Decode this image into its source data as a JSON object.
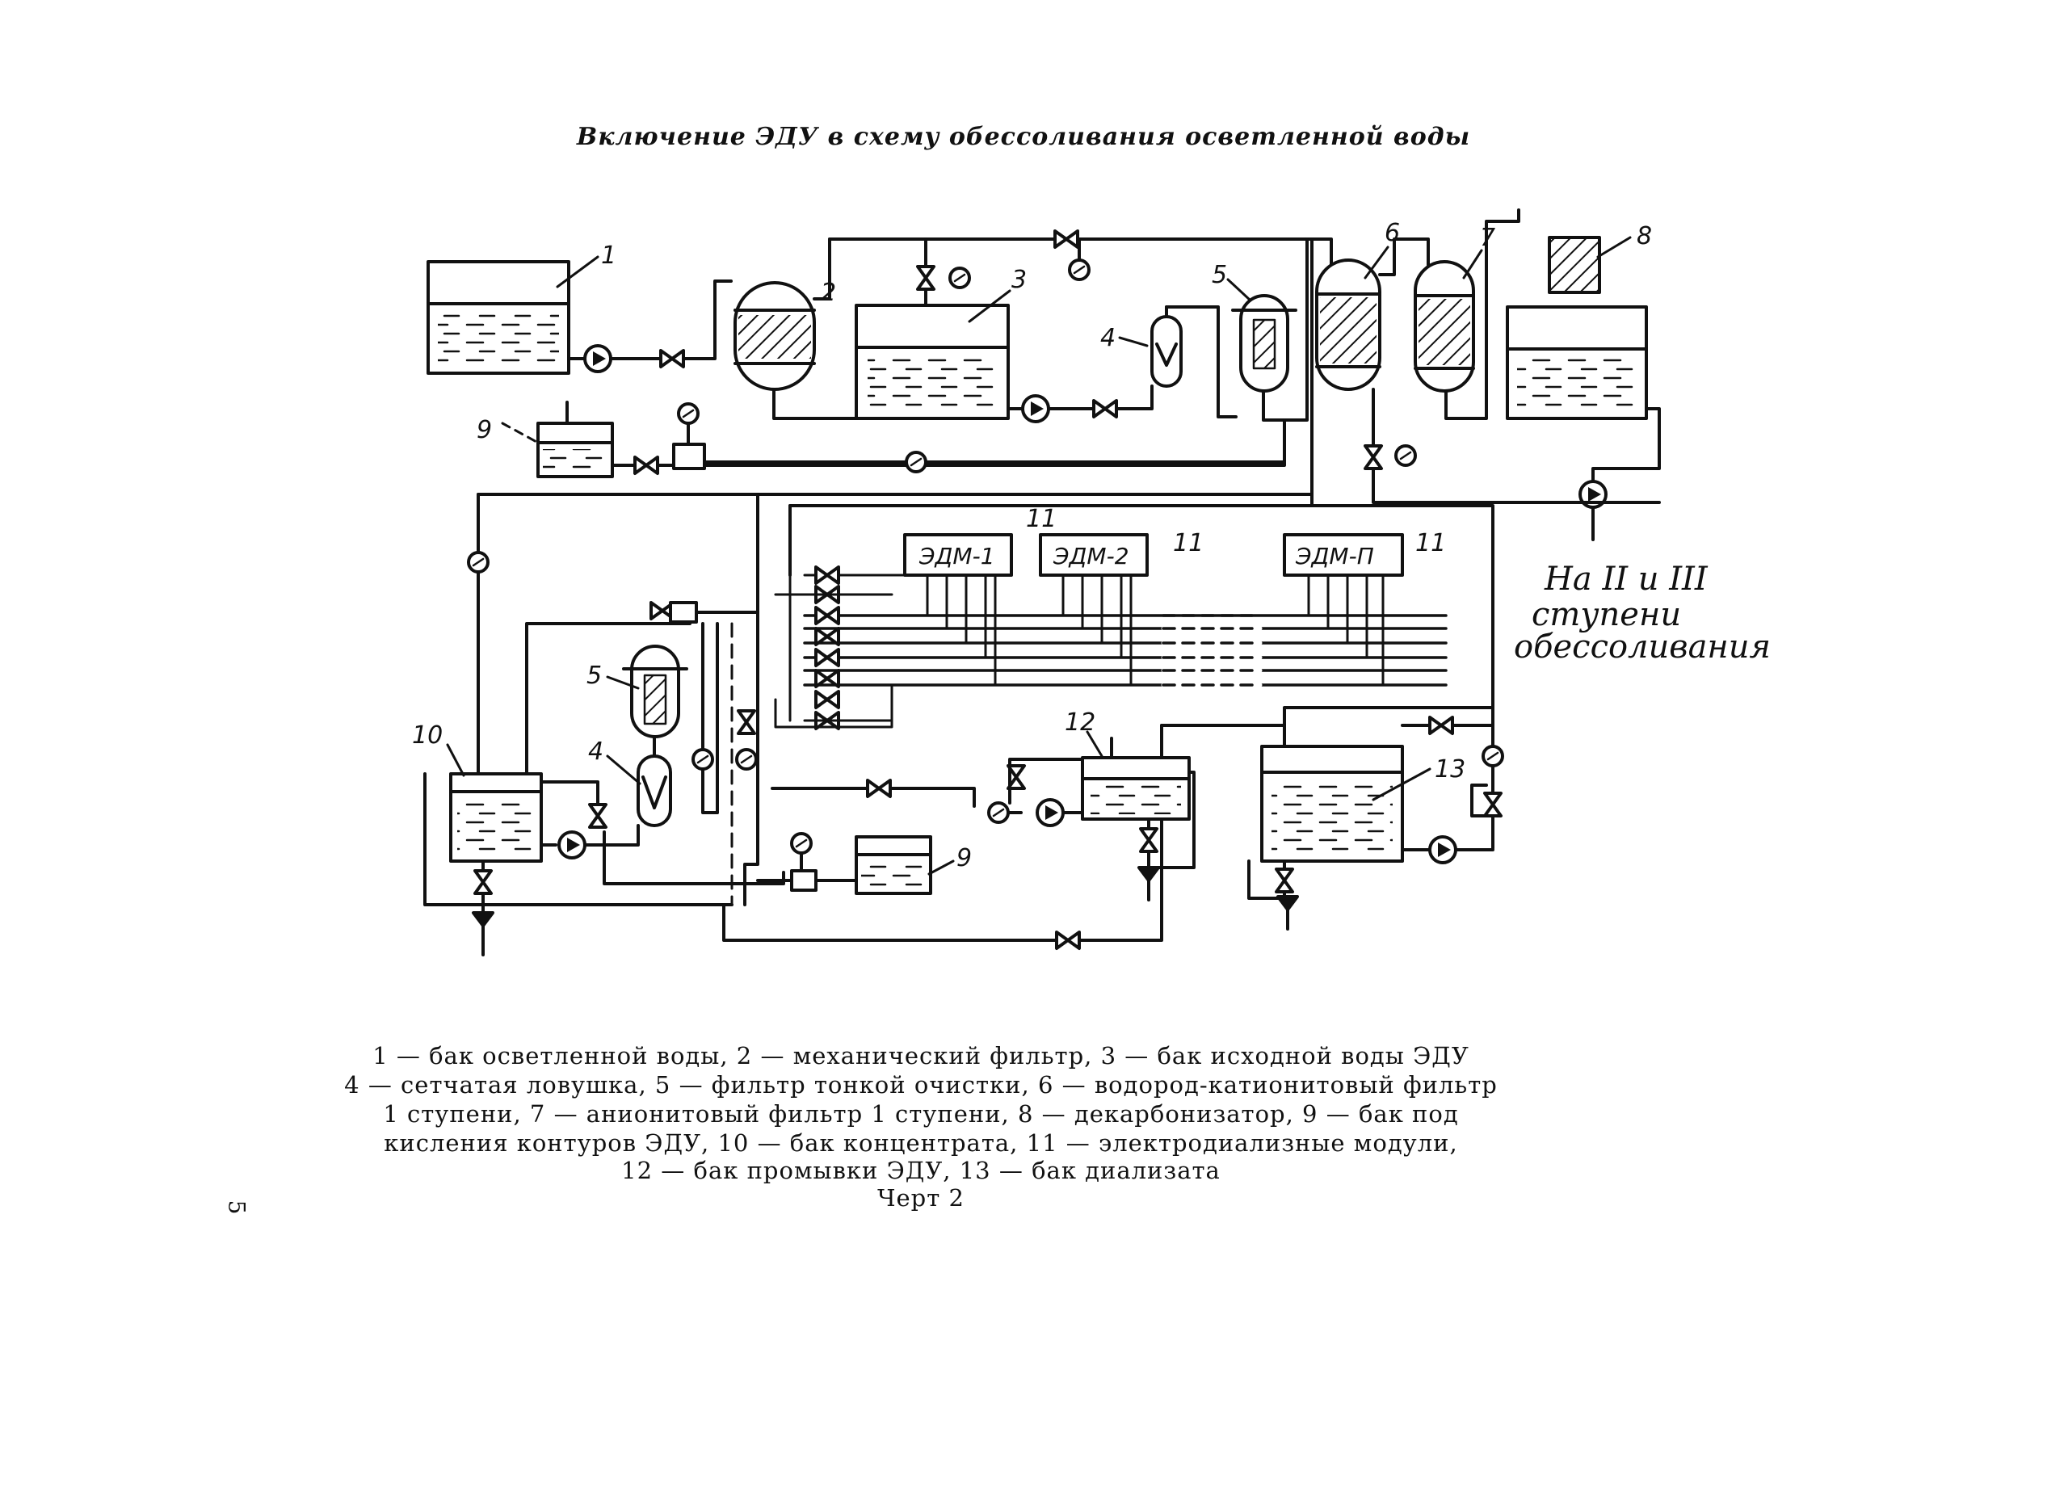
{
  "title": "Включение ЭДУ в схему обессоливания осветленной воды",
  "diagram": {
    "labels": {
      "n1": "1",
      "n2": "2",
      "n3": "3",
      "n4": "4",
      "n5": "5",
      "n6": "6",
      "n7": "7",
      "n8": "8",
      "n9": "9",
      "n10": "10",
      "n11": "11",
      "n12": "12",
      "n13": "13"
    },
    "modules": [
      "ЭДМ-1",
      "ЭДМ-2",
      "ЭДМ-П"
    ],
    "outlet_text": [
      "На II и III",
      "ступени",
      "обессоливания"
    ]
  },
  "legend": [
    "1 — бак осветленной воды, 2 — механический фильтр, 3 — бак исходной воды ЭДУ",
    "4 — сетчатая ловушка, 5 — фильтр тонкой очистки, 6 — водород-катионитовый фильтр",
    "1 ступени, 7 — анионитовый фильтр 1 ступени, 8 — декарбонизатор, 9 — бак под",
    "кисления контуров ЭДУ, 10 — бак концентрата, 11 — электродиализные модули,",
    "12 — бак промывки ЭДУ, 13 — бак диализата"
  ],
  "figure_label": "Черт 2",
  "page_number": "5"
}
